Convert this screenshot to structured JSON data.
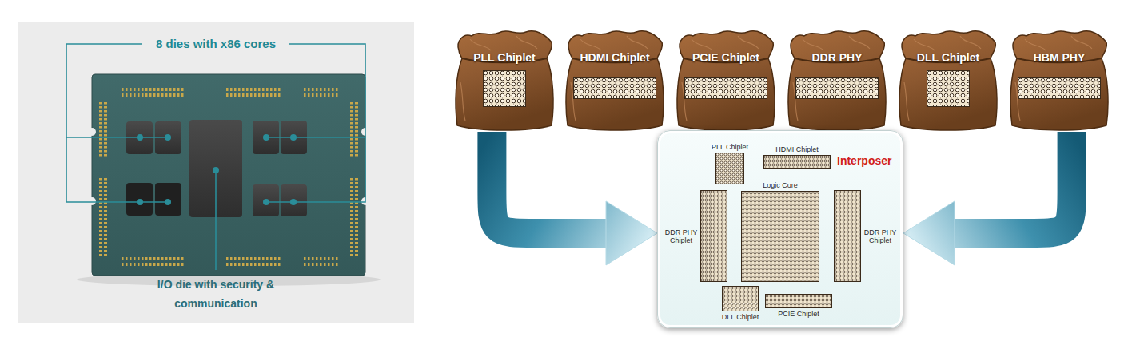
{
  "diagram": {
    "nodes": [
      {
        "text": [
          "PLL Chiplet"
        ]
      },
      {
        "text": [
          "HDMI Chiplet"
        ]
      },
      {
        "text": [
          "PCIE Chiplet"
        ]
      },
      {
        "text": [
          "DDR PHY"
        ]
      },
      {
        "text": [
          "DLL Chiplet"
        ]
      },
      {
        "text": [
          "HBM PHY"
        ]
      },
      {
        "text": [
          "Interposer"
        ]
      },
      {
        "text": [
          "PLL Chiplet"
        ],
        "in": 6
      },
      {
        "text": [
          "HDMI Chiplet"
        ],
        "in": 6
      },
      {
        "text": [
          "DDR PHY Chiplet"
        ],
        "in": 6
      },
      {
        "text": [
          "Logic Core"
        ],
        "in": 6
      },
      {
        "text": [
          "DDR PHY Chiplet"
        ],
        "in": 6
      },
      {
        "text": [
          "DLL Chiplet"
        ],
        "in": 6
      },
      {
        "text": [
          "PCIE Chiplet"
        ],
        "in": 6
      }
    ],
    "edges": [
      {
        "from": 0,
        "to": 6,
        "arrow": "to"
      },
      {
        "from": 5,
        "to": 6,
        "arrow": "to"
      }
    ],
    "labels": [
      "8 dies with x86 cores",
      "I/O die with security & communication"
    ]
  }
}
